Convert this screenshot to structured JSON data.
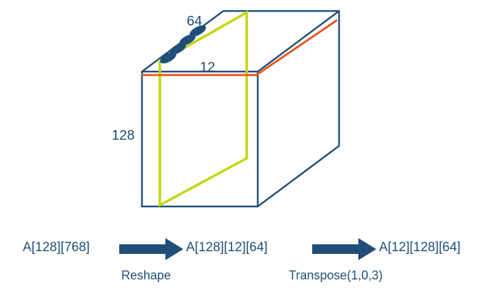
{
  "colors": {
    "navy": "#1F4E79",
    "orange": "#E8541D",
    "chartreuse": "#C2D500",
    "background": "#FFFFFF"
  },
  "cube": {
    "width_label": "64",
    "slice_label": "12",
    "height_label": "128"
  },
  "flow": {
    "original_shape": "A[128][768]",
    "reshaped_shape": "A[128][12][64]",
    "transposed_shape": "A[12][128][64]",
    "reshape_op": "Reshape",
    "transpose_op": "Transpose(1,0,3)"
  }
}
